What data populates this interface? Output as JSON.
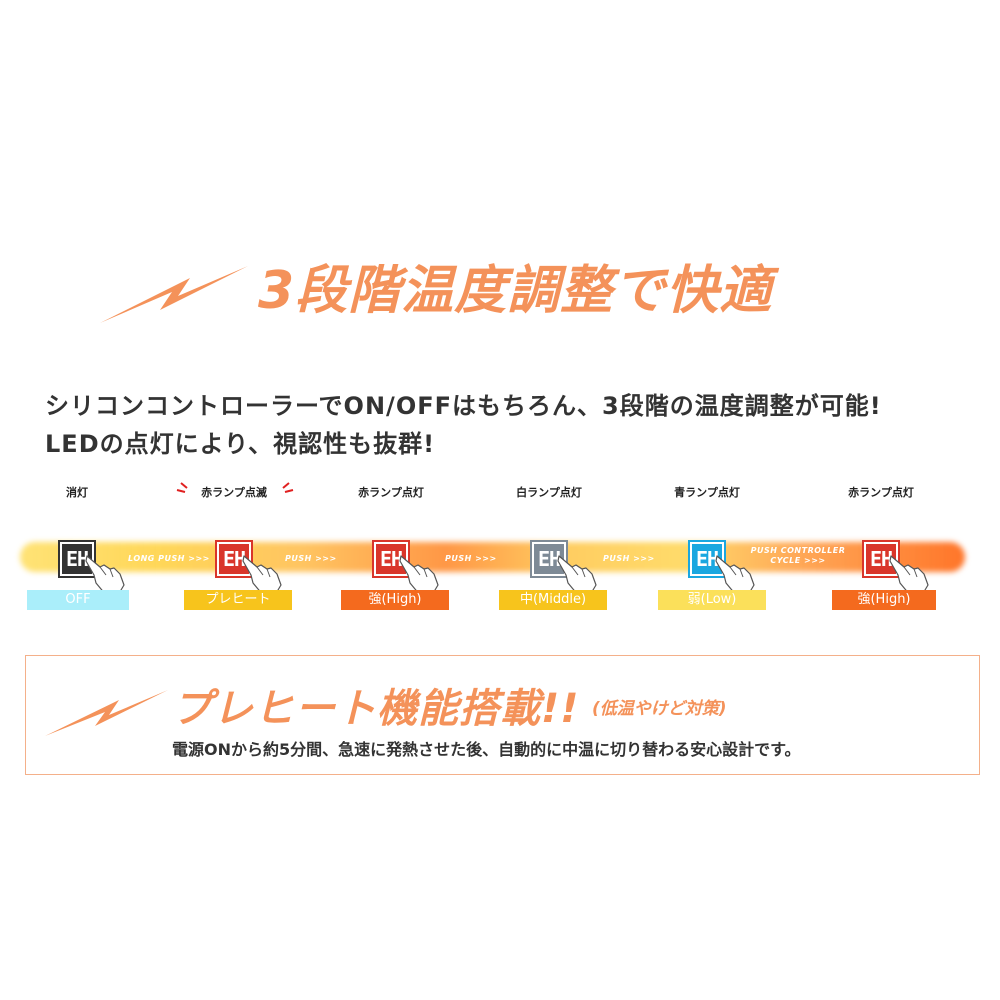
{
  "colors": {
    "accent": "#f4925a",
    "off_label": "#aaeefa",
    "preheat_label": "#f7c41c",
    "high_label": "#f46a1e",
    "middle_label": "#f7c41c",
    "low_label": "#fbe05a",
    "panel_off": "#333333",
    "panel_red": "#d9352a",
    "panel_white": "#7e8a96",
    "panel_blue": "#1aa7e0"
  },
  "title": "3段階温度調整で快適",
  "description": {
    "line1": "シリコンコントローラーでON/OFFはもちろん、3段階の温度調整が可能!",
    "line2": "LEDの点灯により、視認性も抜群!"
  },
  "flow": {
    "steps": [
      {
        "callout": "消灯",
        "mode": "OFF",
        "panel_letters": "EH",
        "panel_color": "#333333",
        "mode_color": "#aaeefa",
        "blink": false
      },
      {
        "callout": "赤ランプ点滅",
        "mode": "プレヒート",
        "panel_letters": "EH",
        "panel_color": "#d9352a",
        "mode_color": "#f7c41c",
        "blink": true
      },
      {
        "callout": "赤ランプ点灯",
        "mode": "強(High)",
        "panel_letters": "EH",
        "panel_color": "#d9352a",
        "mode_color": "#f46a1e",
        "blink": false
      },
      {
        "callout": "白ランプ点灯",
        "mode": "中(Middle)",
        "panel_letters": "EH",
        "panel_color": "#7e8a96",
        "mode_color": "#f7c41c",
        "blink": false
      },
      {
        "callout": "青ランプ点灯",
        "mode": "弱(Low)",
        "panel_letters": "EH",
        "panel_color": "#1aa7e0",
        "mode_color": "#fbe05a",
        "blink": false
      },
      {
        "callout": "赤ランプ点灯",
        "mode": "強(High)",
        "panel_letters": "EH",
        "panel_color": "#d9352a",
        "mode_color": "#f46a1e",
        "blink": false
      }
    ],
    "arrows": [
      "LONG PUSH >>>",
      "PUSH >>>",
      "PUSH >>>",
      "PUSH >>>",
      "PUSH CONTROLLER CYCLE >>>"
    ]
  },
  "preheat": {
    "title": "プレヒート機能搭載!!",
    "subtitle": "(低温やけど対策)",
    "description": "電源ONから約5分間、急速に発熱させた後、自動的に中温に切り替わる安心設計です。"
  }
}
